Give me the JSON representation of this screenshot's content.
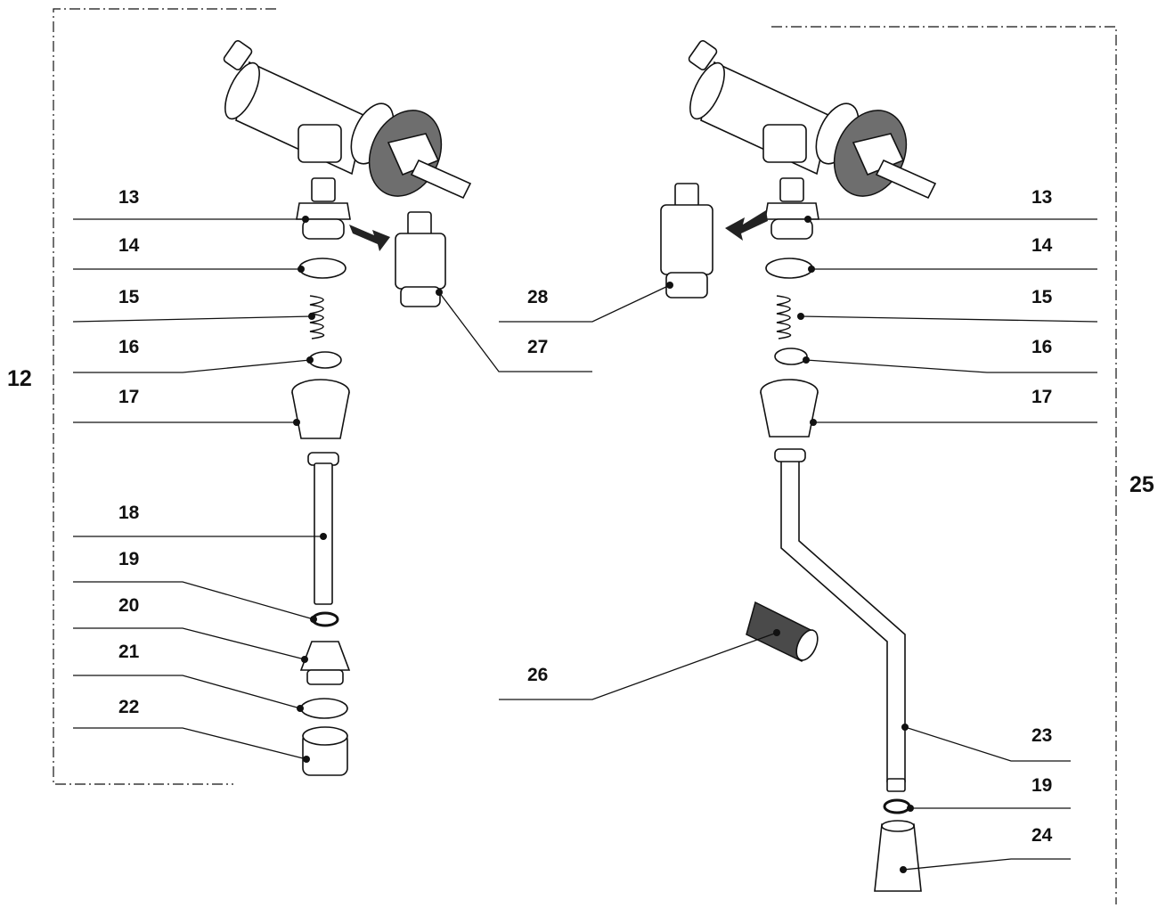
{
  "diagram": {
    "group_labels": {
      "left": "12",
      "right": "25"
    },
    "left_labels": [
      "13",
      "14",
      "15",
      "16",
      "17",
      "18",
      "19",
      "20",
      "21",
      "22"
    ],
    "center_labels": {
      "a": "28",
      "b": "27",
      "c": "26"
    },
    "right_labels": [
      "13",
      "14",
      "15",
      "16",
      "17",
      "23",
      "19",
      "24"
    ]
  },
  "colors": {
    "line": "#111111",
    "rubber": "#6e6e6e",
    "background": "#ffffff"
  }
}
